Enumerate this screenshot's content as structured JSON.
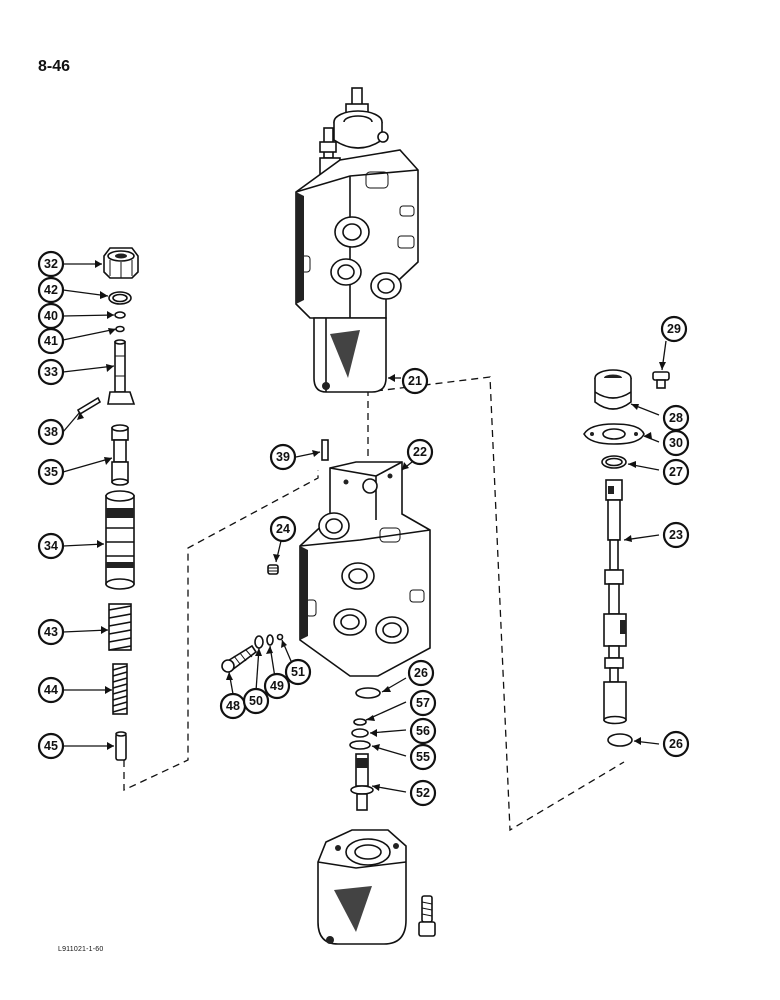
{
  "page_number": "8-46",
  "figure_code": "L911021-1-60",
  "callouts": [
    {
      "id": "p21",
      "num": "21"
    },
    {
      "id": "p22",
      "num": "22"
    },
    {
      "id": "p23",
      "num": "23"
    },
    {
      "id": "p24",
      "num": "24"
    },
    {
      "id": "p26a",
      "num": "26"
    },
    {
      "id": "p26b",
      "num": "26"
    },
    {
      "id": "p27",
      "num": "27"
    },
    {
      "id": "p28",
      "num": "28"
    },
    {
      "id": "p29",
      "num": "29"
    },
    {
      "id": "p30",
      "num": "30"
    },
    {
      "id": "p32",
      "num": "32"
    },
    {
      "id": "p33",
      "num": "33"
    },
    {
      "id": "p34",
      "num": "34"
    },
    {
      "id": "p35",
      "num": "35"
    },
    {
      "id": "p38",
      "num": "38"
    },
    {
      "id": "p39",
      "num": "39"
    },
    {
      "id": "p40",
      "num": "40"
    },
    {
      "id": "p41",
      "num": "41"
    },
    {
      "id": "p42",
      "num": "42"
    },
    {
      "id": "p43",
      "num": "43"
    },
    {
      "id": "p44",
      "num": "44"
    },
    {
      "id": "p45",
      "num": "45"
    },
    {
      "id": "p48",
      "num": "48"
    },
    {
      "id": "p49",
      "num": "49"
    },
    {
      "id": "p50",
      "num": "50"
    },
    {
      "id": "p51",
      "num": "51"
    },
    {
      "id": "p52",
      "num": "52"
    },
    {
      "id": "p55",
      "num": "55"
    },
    {
      "id": "p56",
      "num": "56"
    },
    {
      "id": "p57",
      "num": "57"
    }
  ]
}
